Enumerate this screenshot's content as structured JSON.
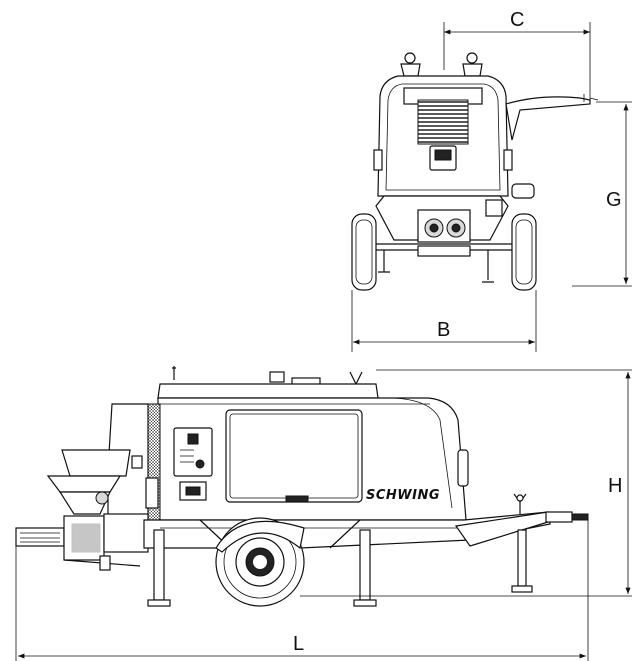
{
  "brand": "SCHWING",
  "dimensions": {
    "C": "C",
    "G": "G",
    "B": "B",
    "H": "H",
    "L": "L"
  }
}
